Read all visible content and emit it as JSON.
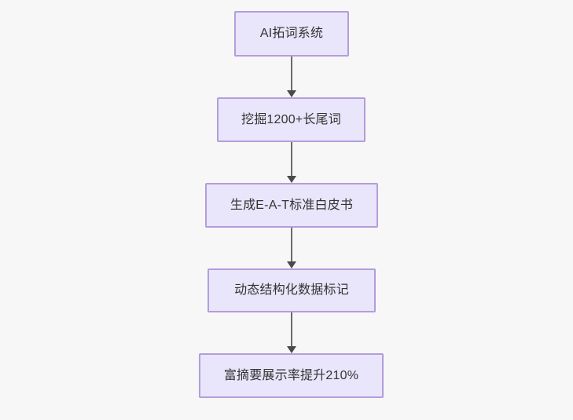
{
  "diagram": {
    "type": "flowchart",
    "direction": "top-to-bottom",
    "background_color": "#f7f7f7",
    "node_fill_color": "#e9e6fb",
    "node_border_color": "#b39ddb",
    "node_text_color": "#333333",
    "connector_color": "#6b6b6b",
    "nodes": [
      {
        "id": "n1",
        "label": "AI拓词系统"
      },
      {
        "id": "n2",
        "label": "挖掘1200+长尾词"
      },
      {
        "id": "n3",
        "label": "生成E-A-T标准白皮书"
      },
      {
        "id": "n4",
        "label": "动态结构化数据标记"
      },
      {
        "id": "n5",
        "label": "富摘要展示率提升210%"
      }
    ],
    "edges": [
      {
        "id": "e1",
        "from": "n1",
        "to": "n2",
        "label": ""
      },
      {
        "id": "e2",
        "from": "n2",
        "to": "n3",
        "label": ""
      },
      {
        "id": "e3",
        "from": "n3",
        "to": "n4",
        "label": ""
      },
      {
        "id": "e4",
        "from": "n4",
        "to": "n5",
        "label": ""
      }
    ]
  }
}
